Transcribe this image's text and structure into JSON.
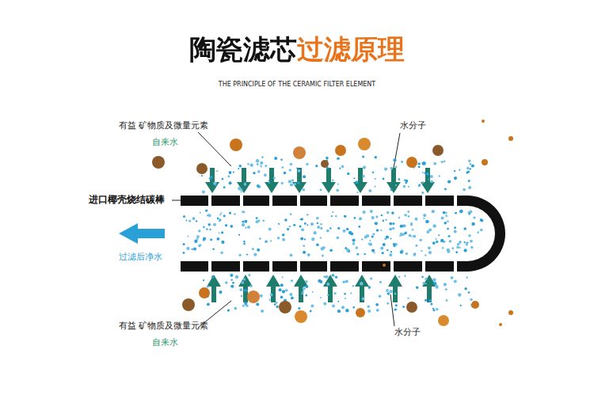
{
  "diagram": {
    "title": "陶瓷滤芯过滤原理",
    "labels": [
      "THE PRINCIPLE OF THE CERAMIC FILTER ELEMENT",
      "有益 矿物质及微量元素",
      "自来水",
      "水分子",
      "进口椰壳烧结碳棒",
      "过滤后净水",
      "有益 矿物质及微量元素",
      "自来水",
      "水分子"
    ]
  }
}
